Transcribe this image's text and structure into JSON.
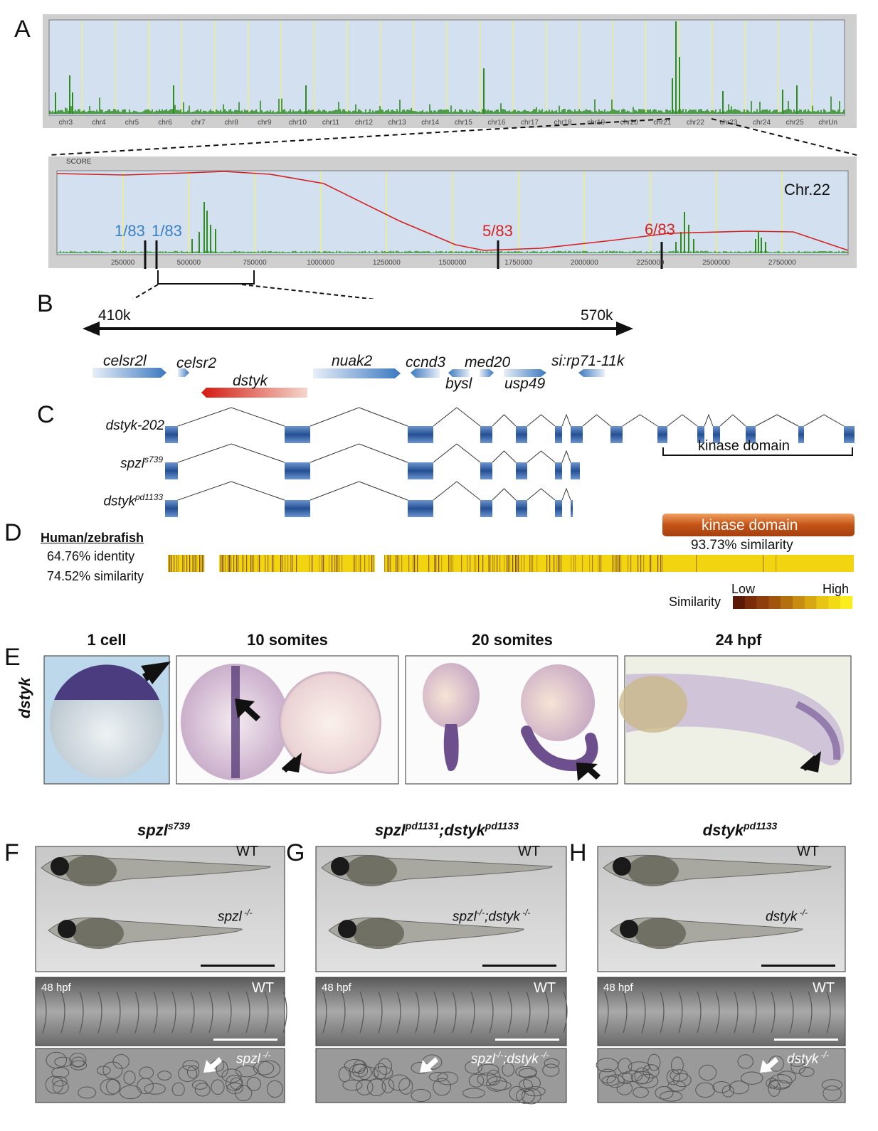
{
  "panels": {
    "A": "A",
    "B": "B",
    "C": "C",
    "D": "D",
    "E": "E",
    "F": "F",
    "G": "G",
    "H": "H"
  },
  "panelA": {
    "chromosomes": [
      "chr3",
      "chr4",
      "chr5",
      "chr6",
      "chr7",
      "chr8",
      "chr9",
      "chr10",
      "chr11",
      "chr12",
      "chr13",
      "chr14",
      "chr15",
      "chr16",
      "chr17",
      "chr18",
      "chr19",
      "chr20",
      "chr21",
      "chr22",
      "chr23",
      "chr24",
      "chr25",
      "chrUn"
    ],
    "score_label": "SCORE",
    "zoom_title": "Chr.22",
    "zoom_ticks": [
      "250000",
      "500000",
      "750000",
      "1000000",
      "1250000",
      "1500000",
      "1750000",
      "2000000",
      "2250000",
      "2500000",
      "2750000"
    ],
    "markers": [
      {
        "text": "1/83",
        "color": "#3a7fc4"
      },
      {
        "text": "1/83",
        "color": "#3a7fc4"
      },
      {
        "text": "5/83",
        "color": "#d42020"
      },
      {
        "text": "6/83",
        "color": "#d42020"
      }
    ],
    "colors": {
      "plot_bg": "#d3e0f0",
      "frame": "#c8c8c8",
      "peaks": "#2e8b1e",
      "grid": "#f2ef7a",
      "score_line": "#d42020"
    }
  },
  "panelB": {
    "left_label": "410k",
    "right_label": "570k",
    "genes": [
      "celsr2l",
      "celsr2",
      "dstyk",
      "nuak2",
      "ccnd3",
      "med20",
      "bysl",
      "usp49",
      "si:rp71-11k"
    ]
  },
  "panelC": {
    "isoforms": [
      {
        "base": "dstyk-202",
        "sup": ""
      },
      {
        "base": "spzl",
        "sup": "s739"
      },
      {
        "base": "dstyk",
        "sup": "pd1133"
      }
    ],
    "domain_label": "kinase domain",
    "exon_color": "#2f5c9e"
  },
  "panelD": {
    "heading": "Human/zebrafish",
    "identity": "64.76% identity",
    "similarity": "74.52% similarity",
    "domain_label": "kinase domain",
    "domain_similarity": "93.73% similarity",
    "legend_title": "Similarity",
    "legend_low": "Low",
    "legend_high": "High",
    "colors": {
      "domain": "#c85a1c",
      "bar": "#f2d410"
    }
  },
  "panelE": {
    "side_label": "dstyk",
    "stages": [
      "1 cell",
      "10 somites",
      "20 somites",
      "24 hpf"
    ]
  },
  "panelFGH": {
    "titles": [
      {
        "a": "spzl",
        "a_sup": "s739",
        "b": "",
        "b_sup": ""
      },
      {
        "a": "spzl",
        "a_sup": "pd1131",
        "b": ";dstyk",
        "b_sup": "pd1133"
      },
      {
        "a": "dstyk",
        "a_sup": "pd1133",
        "b": "",
        "b_sup": ""
      }
    ],
    "wt": "WT",
    "hpf": "48 hpf",
    "mutants": [
      {
        "parts": [
          {
            "t": "spzl",
            "s": " -/-"
          }
        ]
      },
      {
        "parts": [
          {
            "t": "spzl",
            "s": "-/-"
          },
          {
            "t": ";dstyk",
            "s": " -/-"
          }
        ]
      },
      {
        "parts": [
          {
            "t": "dstyk",
            "s": " -/-"
          }
        ]
      }
    ]
  }
}
